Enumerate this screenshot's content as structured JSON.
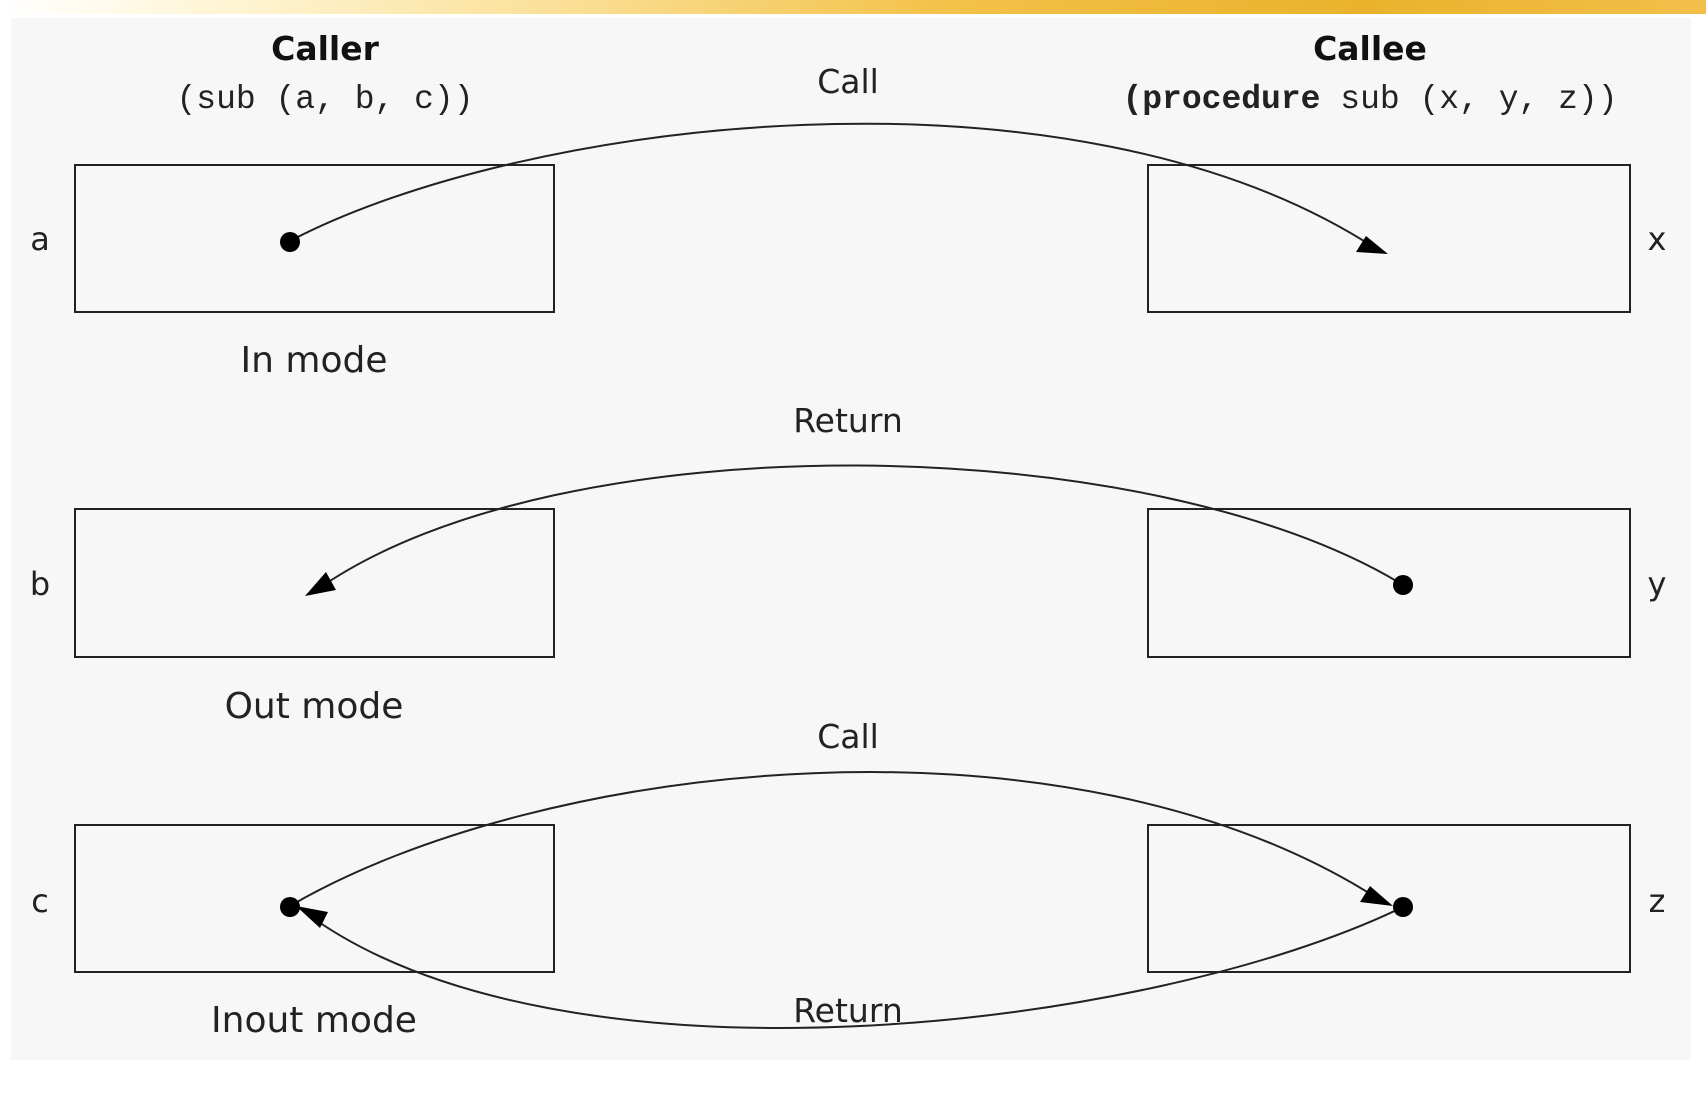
{
  "caller": {
    "heading": "Caller",
    "signature": "(sub (a, b, c))"
  },
  "callee": {
    "heading": "Callee",
    "signature_keyword": "(procedure",
    "signature_rest": " sub (x, y, z))"
  },
  "rows": [
    {
      "caller_var": "a",
      "callee_var": "x",
      "mode_label": "In mode",
      "top_arrow_label": "Call",
      "bottom_arrow_label": ""
    },
    {
      "caller_var": "b",
      "callee_var": "y",
      "mode_label": "Out mode",
      "top_arrow_label": "Return",
      "bottom_arrow_label": ""
    },
    {
      "caller_var": "c",
      "callee_var": "z",
      "mode_label": "Inout mode",
      "top_arrow_label": "Call",
      "bottom_arrow_label": "Return"
    }
  ]
}
